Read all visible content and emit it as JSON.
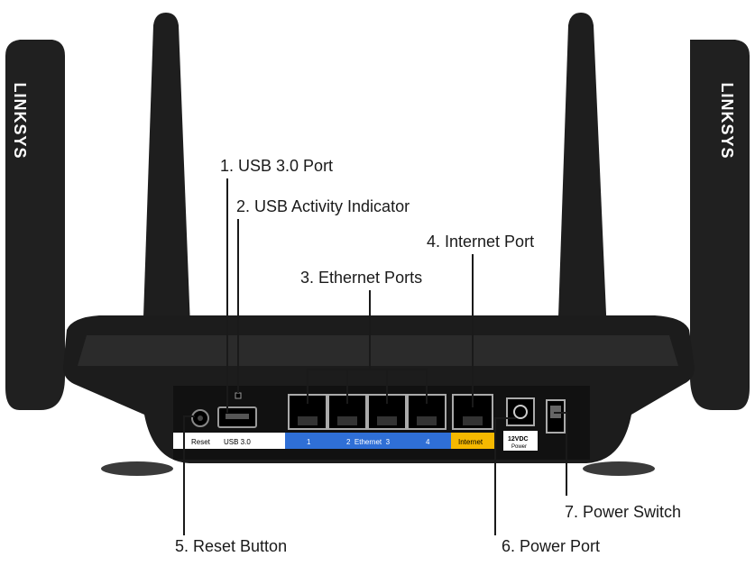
{
  "brand": "LINKSYS",
  "callouts": {
    "usb_port": "1. USB 3.0 Port",
    "usb_activity": "2. USB Activity Indicator",
    "ethernet_ports": "3. Ethernet Ports",
    "internet_port": "4. Internet Port",
    "reset_button": "5. Reset Button",
    "power_port": "6. Power Port",
    "power_switch": "7. Power Switch"
  },
  "panel_labels": {
    "reset": "Reset",
    "usb": "USB 3.0",
    "port1": "1",
    "ethernet_mid": "2  Ethernet  3",
    "port4": "4",
    "internet": "Internet",
    "power_voltage": "12VDC",
    "power_word": "Power"
  },
  "colors": {
    "body": "#1c1c1c",
    "ethernet_strip": "#2f6fd6",
    "internet_strip": "#f5b800",
    "leader_lines": "#1a1a1a"
  }
}
